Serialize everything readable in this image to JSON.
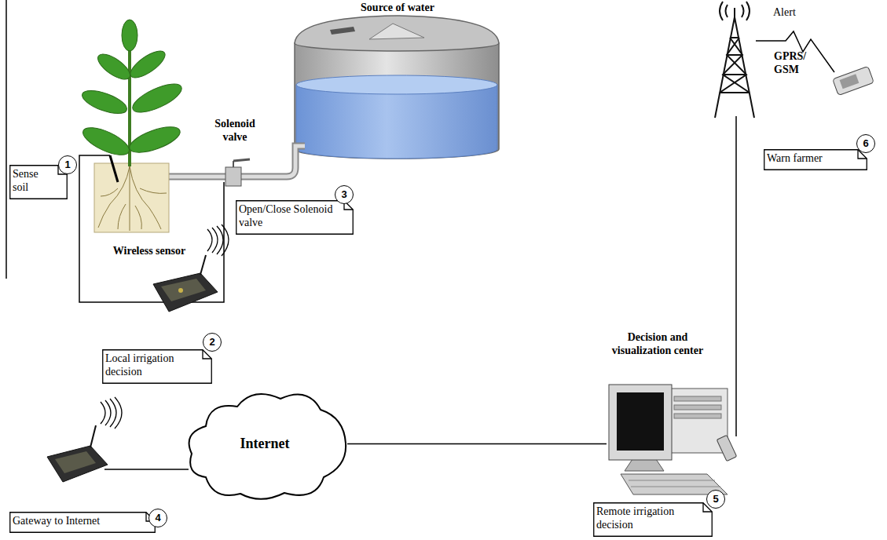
{
  "diagram": {
    "nodes": [
      {
        "text": [
          "Sense soil"
        ]
      },
      {
        "text": [
          "Source of water"
        ]
      },
      {
        "text": [
          "Wireless sensor"
        ]
      },
      {
        "text": [
          "Local irrigation decision"
        ]
      },
      {
        "text": [
          "Open/Close Solenoid valve"
        ]
      },
      {
        "text": [
          "Gateway to Internet"
        ]
      },
      {
        "text": [
          "Internet"
        ]
      },
      {
        "text": [
          "Decision and visualization center"
        ]
      },
      {
        "text": [
          "Remote irrigation decision"
        ]
      },
      {
        "text": [
          "Warn farmer"
        ]
      }
    ],
    "edges": [
      {
        "from": 6,
        "to": 7,
        "arrow": "none"
      }
    ],
    "labels": [
      "1",
      "2",
      "3",
      "4",
      "5",
      "6",
      "Solenoid valve",
      "Alert",
      "GPRS/ GSM"
    ]
  }
}
